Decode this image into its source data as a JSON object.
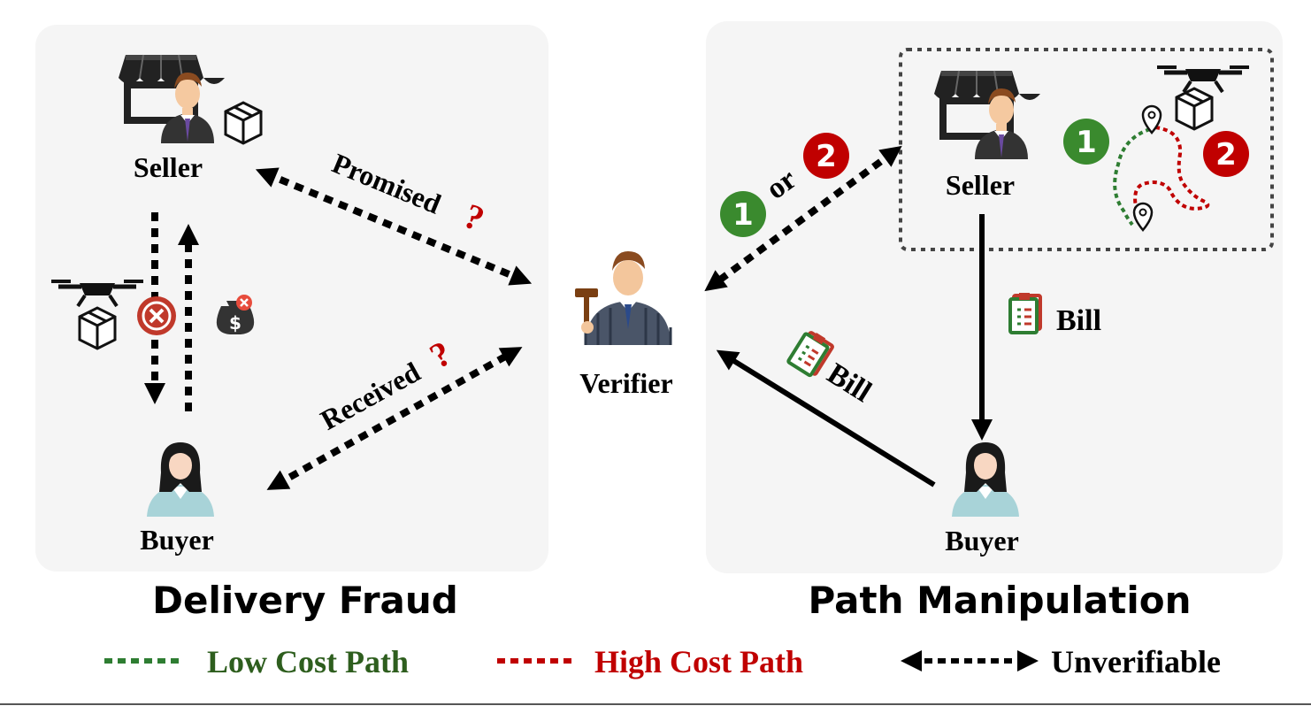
{
  "colors": {
    "panel_bg": "#f5f5f5",
    "low_cost": "#2e7d32",
    "high_cost": "#c00000",
    "badge_green": "#3a8a2e",
    "badge_red": "#c00000",
    "text_green": "#2e5e1e",
    "text_red": "#c00000",
    "cancel_orange": "#c0392b"
  },
  "left_panel": {
    "title": "Delivery Fraud",
    "seller_label": "Seller",
    "buyer_label": "Buyer",
    "edge_promised": "Promised",
    "edge_received": "Received",
    "question_mark": "?"
  },
  "center": {
    "verifier_label": "Verifier"
  },
  "right_panel": {
    "title": "Path Manipulation",
    "seller_label": "Seller",
    "buyer_label": "Buyer",
    "bill_label_vertical": "Bill",
    "bill_label_diagonal": "Bill",
    "choice_one": "1",
    "choice_or": "or",
    "choice_two": "2",
    "path_one_badge": "1",
    "path_two_badge": "2"
  },
  "legend": {
    "low_cost": "Low Cost Path",
    "high_cost": "High Cost Path",
    "unverifiable": "Unverifiable"
  },
  "icons": [
    "store-icon",
    "seller-person-icon",
    "package-icon",
    "drone-icon",
    "cancel-icon",
    "money-bag-icon",
    "buyer-person-icon",
    "verifier-judge-icon",
    "bill-icon",
    "location-pin-icon"
  ]
}
